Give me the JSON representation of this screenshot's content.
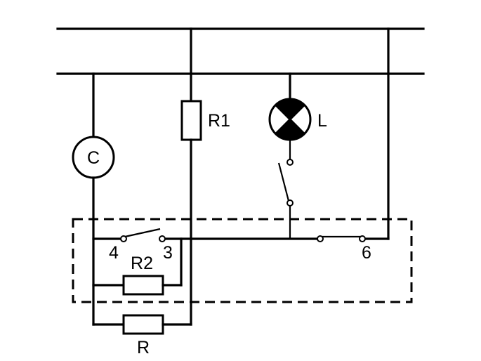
{
  "diagram": {
    "labels": {
      "r1": "R1",
      "lamp": "L",
      "compressor": "C",
      "terminal_4": "4",
      "terminal_3": "3",
      "terminal_6": "6",
      "r2": "R2",
      "r": "R"
    }
  },
  "colors": {
    "line": "#000000",
    "background": "#ffffff"
  }
}
